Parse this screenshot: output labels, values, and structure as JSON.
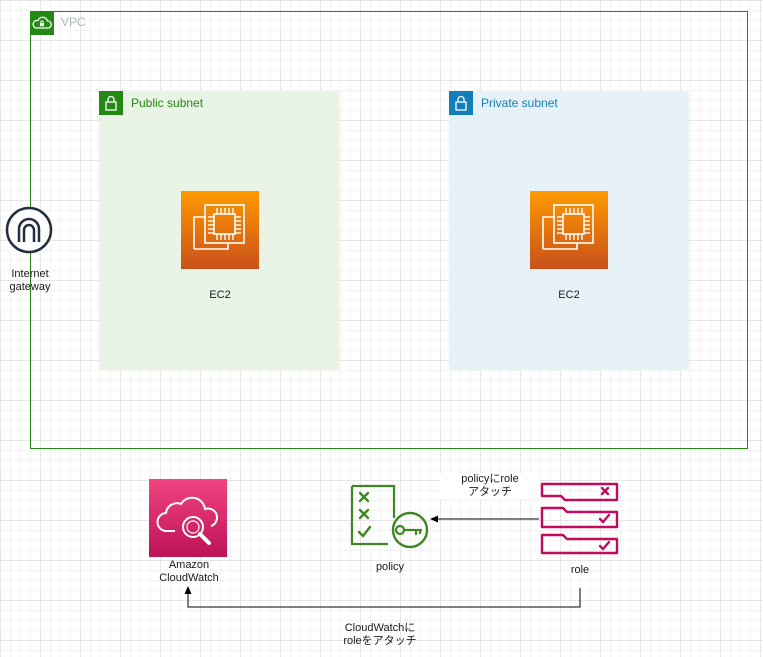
{
  "vpc": {
    "label": "VPC",
    "icon": "cloud-lock-icon",
    "border_color": "#248814"
  },
  "public_subnet": {
    "label": "Public subnet",
    "icon": "lock-icon",
    "color": "#248814",
    "fill": "#e9f3e6"
  },
  "private_subnet": {
    "label": "Private subnet",
    "icon": "lock-icon",
    "color": "#147eba",
    "fill": "#e6f2f8"
  },
  "ec2_public": {
    "label": "EC2",
    "icon": "chip-icon"
  },
  "ec2_private": {
    "label": "EC2",
    "icon": "chip-icon"
  },
  "internet_gateway": {
    "line1": "Internet",
    "line2": "gateway",
    "icon": "gateway-arch-icon"
  },
  "cloudwatch": {
    "line1": "Amazon",
    "line2": "CloudWatch",
    "icon": "cloud-magnifier-icon"
  },
  "policy": {
    "label": "policy",
    "icon": "checklist-key-icon",
    "color": "#3f8624"
  },
  "role": {
    "label": "role",
    "icon": "role-stack-icon",
    "color": "#bf0c5f"
  },
  "edges": {
    "role_to_policy": {
      "line1": "policyにrole",
      "line2": "アタッチ"
    },
    "role_to_cloudwatch": {
      "line1": "CloudWatchに",
      "line2": "roleをアタッチ"
    }
  }
}
